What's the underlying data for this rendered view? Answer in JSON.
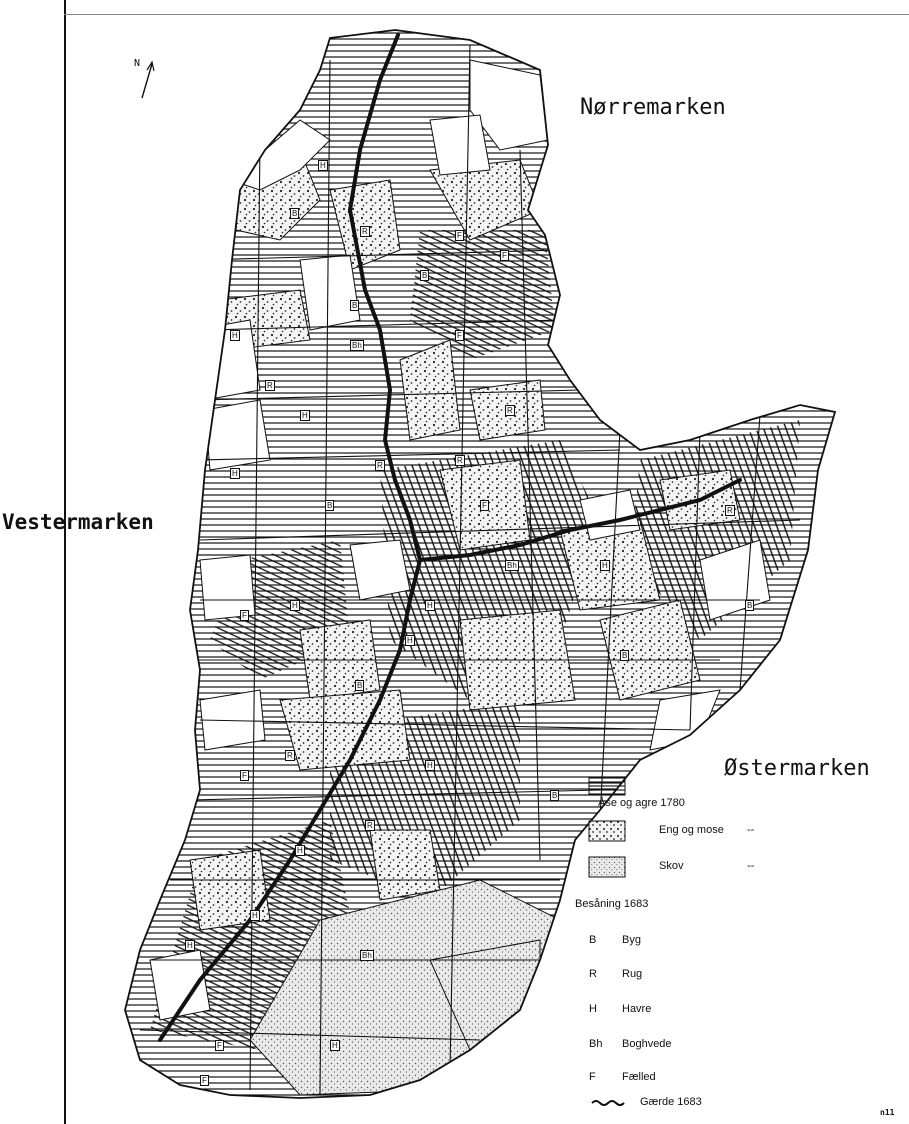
{
  "regions": {
    "north": "Nørremarken",
    "west": "Vestermarken",
    "east": "Østermarken"
  },
  "north_arrow_label": "N",
  "legend": {
    "field_title": "Åse og agre 1780",
    "meadow": "Eng og mose",
    "meadow_suffix": "--",
    "forest": "Skov",
    "forest_suffix": "--",
    "sowing_title": "Besåning 1683",
    "crops": [
      {
        "code": "B",
        "name": "Byg"
      },
      {
        "code": "R",
        "name": "Rug"
      },
      {
        "code": "H",
        "name": "Havre"
      },
      {
        "code": "Bh",
        "name": "Boghvede"
      },
      {
        "code": "F",
        "name": "Fælled"
      }
    ],
    "fence": "Gærde 1683"
  },
  "plot_labels": [
    "H",
    "B",
    "R",
    "F",
    "Bh",
    "H",
    "R",
    "B",
    "H",
    "F",
    "R",
    "H",
    "B",
    "F",
    "H",
    "R",
    "Bh",
    "H",
    "B",
    "F",
    "H",
    "R",
    "B",
    "H",
    "F",
    "Bh",
    "R",
    "H",
    "B",
    "H",
    "F",
    "R",
    "H",
    "B",
    "F",
    "H",
    "R",
    "B",
    "H",
    "F"
  ],
  "scan_mark": "n11"
}
